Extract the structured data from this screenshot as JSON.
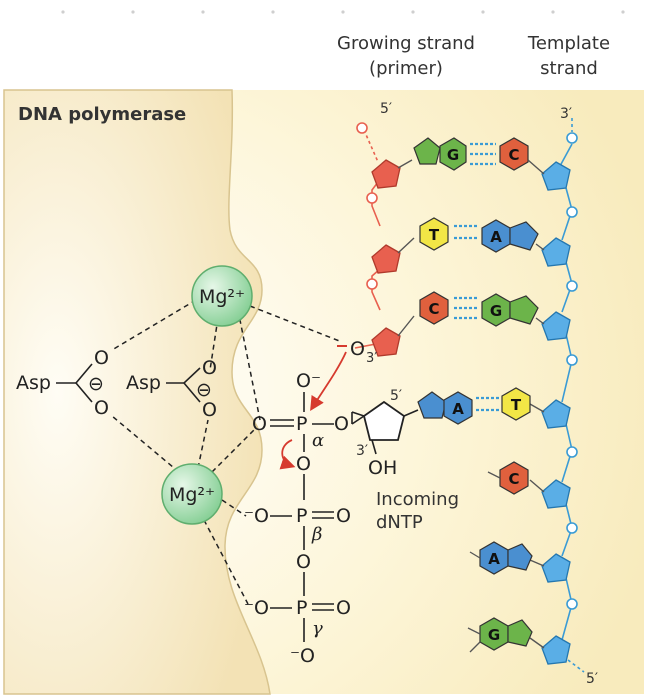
{
  "header": {
    "growing_line1": "Growing strand",
    "growing_line2": "(primer)",
    "template_line1": "Template",
    "template_line2": "strand"
  },
  "enzyme_label": "DNA polymerase",
  "ends": {
    "primer_5": "5′",
    "template_3": "3′",
    "template_5": "5′"
  },
  "pairs": [
    {
      "primer": "G",
      "template": "C"
    },
    {
      "primer": "T",
      "template": "A"
    },
    {
      "primer": "C",
      "template": "G"
    }
  ],
  "incoming": {
    "base": "A",
    "partner": "T",
    "label_line1": "Incoming",
    "label_line2": "dNTP",
    "five_prime": "5′",
    "three_prime": "3′",
    "oh": "OH"
  },
  "unpaired_template_bases": [
    "C",
    "A",
    "G"
  ],
  "metals": {
    "ion1": "Mg²⁺",
    "ion2": "Mg²⁺"
  },
  "residues": {
    "asp1": "Asp",
    "asp2": "Asp"
  },
  "primer_oxygen": {
    "atom": "O",
    "sub": "3′"
  },
  "phosphates": {
    "alpha": "α",
    "beta": "β",
    "gamma": "γ"
  },
  "atoms": {
    "O": "O",
    "P": "P",
    "O_minus": "O⁻",
    "minus_O": "⁻O",
    "minus": "⊖"
  },
  "colors": {
    "primer": "#e8604f",
    "template": "#3a9bd5",
    "G": "#6cb44a",
    "C": "#e0603d",
    "T": "#f2e646",
    "A": "#4a8fd0",
    "mg": "#9fd9a8",
    "enzyme": "#f7e8c3",
    "background": "#fbf2cf"
  }
}
